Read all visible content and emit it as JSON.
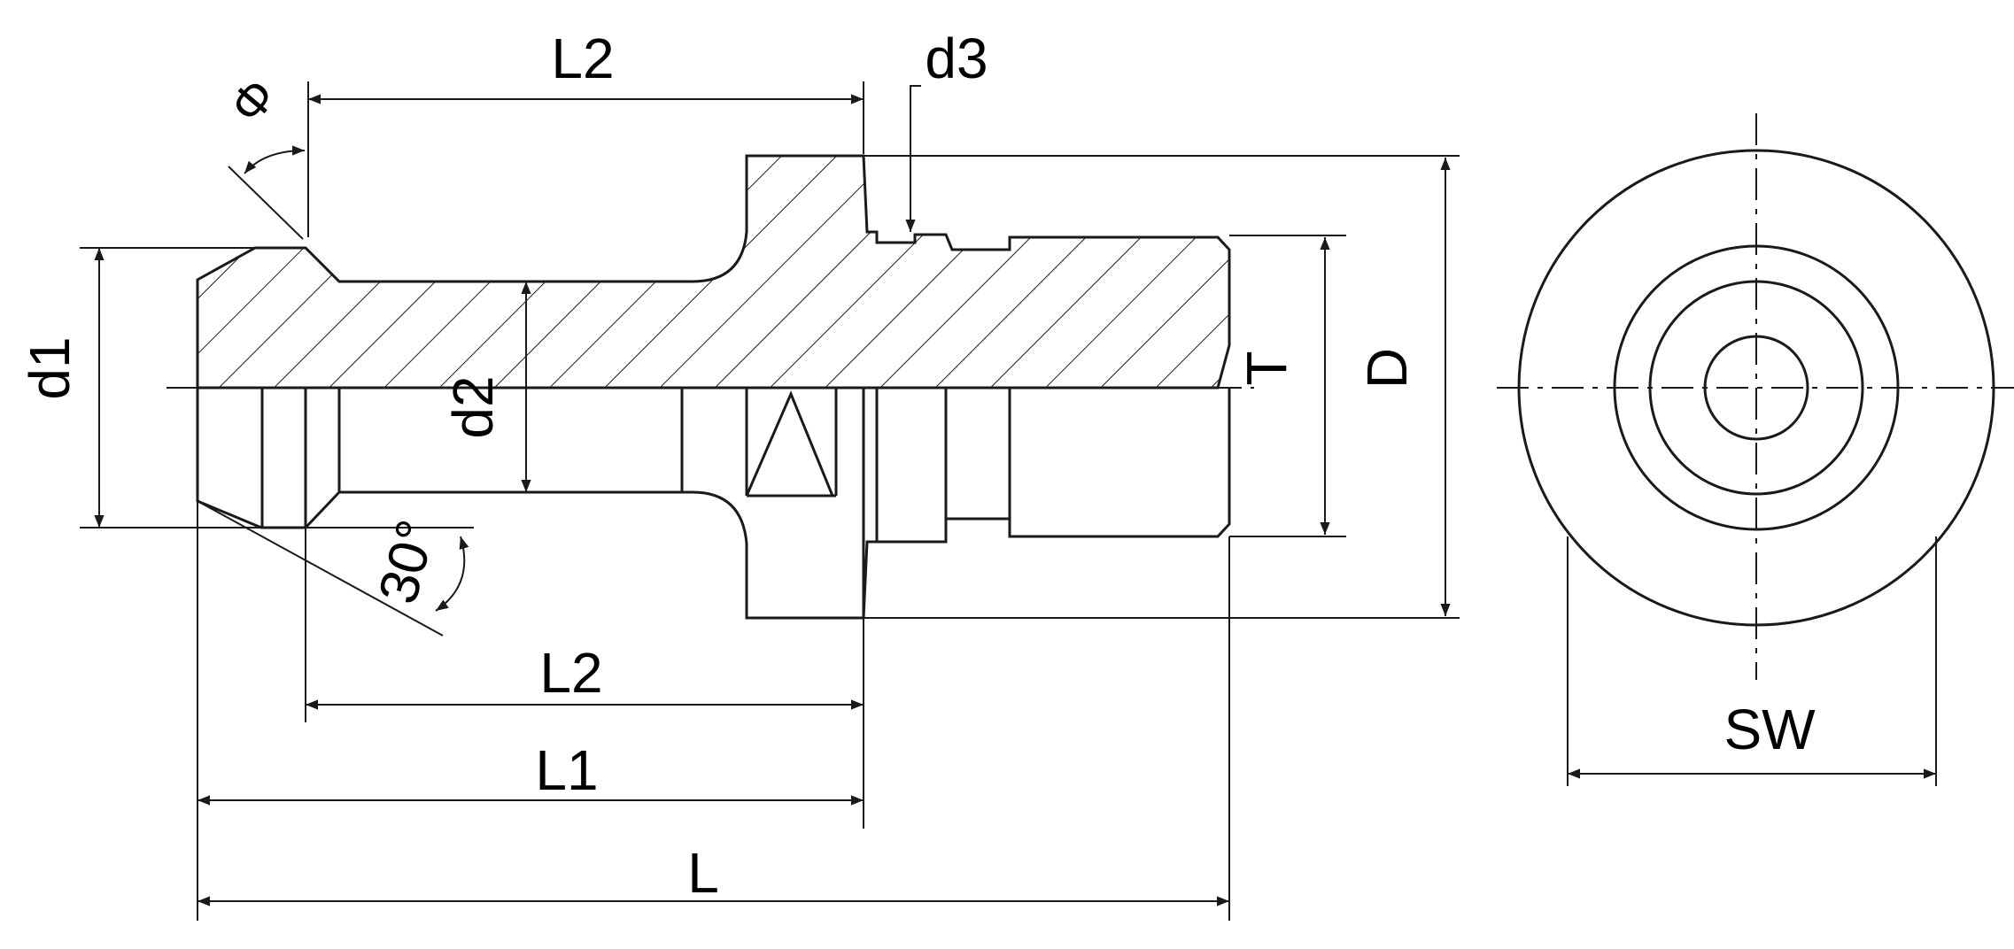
{
  "drawing": {
    "line_color": "#1a1a1a",
    "background": "#ffffff",
    "labels": {
      "phi": "Φ",
      "l2_top": "L2",
      "d3": "d3",
      "d1": "d1",
      "d2": "d2",
      "t": "T",
      "d": "D",
      "angle": "30°",
      "l2_bottom": "L2",
      "l1": "L1",
      "l": "L",
      "sw": "SW"
    }
  }
}
